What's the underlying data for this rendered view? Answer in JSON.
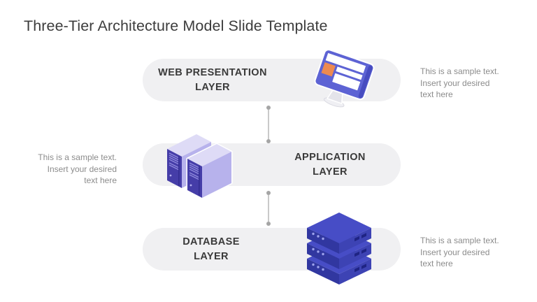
{
  "slide": {
    "title": "Three-Tier Architecture Model Slide Template"
  },
  "tiers": [
    {
      "name": "web-presentation-layer",
      "label_lines": [
        "WEB PRESENTATION",
        "LAYER"
      ],
      "icon": "desktop-monitor-icon",
      "icon_side": "right"
    },
    {
      "name": "application-layer",
      "label_lines": [
        "APPLICATION",
        "LAYER"
      ],
      "icon": "server-towers-icon",
      "icon_side": "left"
    },
    {
      "name": "database-layer",
      "label_lines": [
        "DATABASE",
        "LAYER"
      ],
      "icon": "database-stack-icon",
      "icon_side": "right"
    }
  ],
  "placeholders": [
    {
      "position": "right-of-web-presentation-layer",
      "align": "left",
      "lines": [
        "This is a sample text.",
        "Insert your desired",
        "text here"
      ]
    },
    {
      "position": "left-of-application-layer",
      "align": "right",
      "lines": [
        "This is a sample text.",
        "Insert your desired",
        "text here"
      ]
    },
    {
      "position": "right-of-database-layer",
      "align": "left",
      "lines": [
        "This is a sample text.",
        "Insert your desired",
        "text here"
      ]
    }
  ],
  "connectors": [
    {
      "from": "web-presentation-layer",
      "to": "application-layer",
      "style": "line-with-end-dots"
    },
    {
      "from": "application-layer",
      "to": "database-layer",
      "style": "line-with-end-dots"
    }
  ],
  "colors": {
    "background": "#FFFFFF",
    "pill_background": "#F0F0F2",
    "title_text": "#3C3C3C",
    "tier_label_text": "#3A3A3A",
    "sample_text": "#8C8C8C",
    "connector_gray": "#A5A5A5",
    "monitor_purple": "#5D63D4",
    "monitor_orange": "#ED8A50",
    "monitor_screen_white": "#FFFFFF",
    "server_top_lavender": "#DEDBF6",
    "server_side_lavender": "#B7B2EC",
    "server_front_purple": "#453DA8",
    "database_top_indigo": "#474DC6",
    "database_front_indigo": "#3137A0",
    "database_side_indigo": "#3D43B4"
  }
}
